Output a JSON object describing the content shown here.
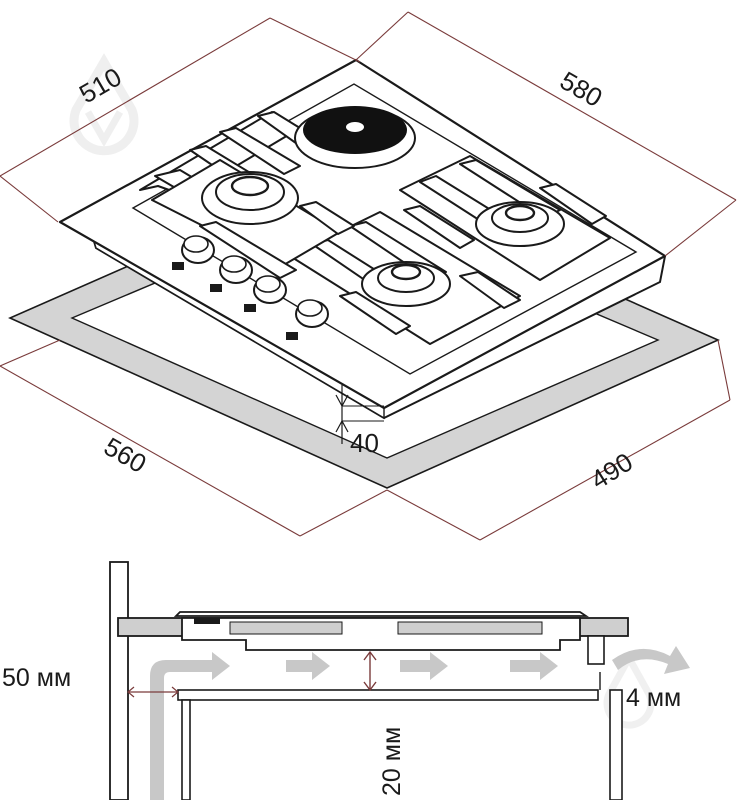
{
  "colors": {
    "dimension_line": "#7a3b3b",
    "outline": "#1a1a1a",
    "cutout_fill": "#d4d4d4",
    "countertop_fill": "#cfcfcf",
    "airflow_arrow": "#c8c8c8",
    "watermark": "#e3e3e3"
  },
  "dimensions": {
    "hob_width": "580",
    "hob_depth": "510",
    "cutout_width": "560",
    "cutout_depth": "490",
    "hob_height": "40"
  },
  "installation": {
    "side_gap": "50 мм",
    "bottom_gap": "20 мм",
    "rear_gap": "4 мм"
  },
  "icons": {
    "watermark": "drop-logo-icon",
    "burner": "gas-burner-icon",
    "hotplate": "electric-hotplate-icon",
    "knob": "control-knob-icon",
    "airflow": "airflow-arrow-icon"
  }
}
